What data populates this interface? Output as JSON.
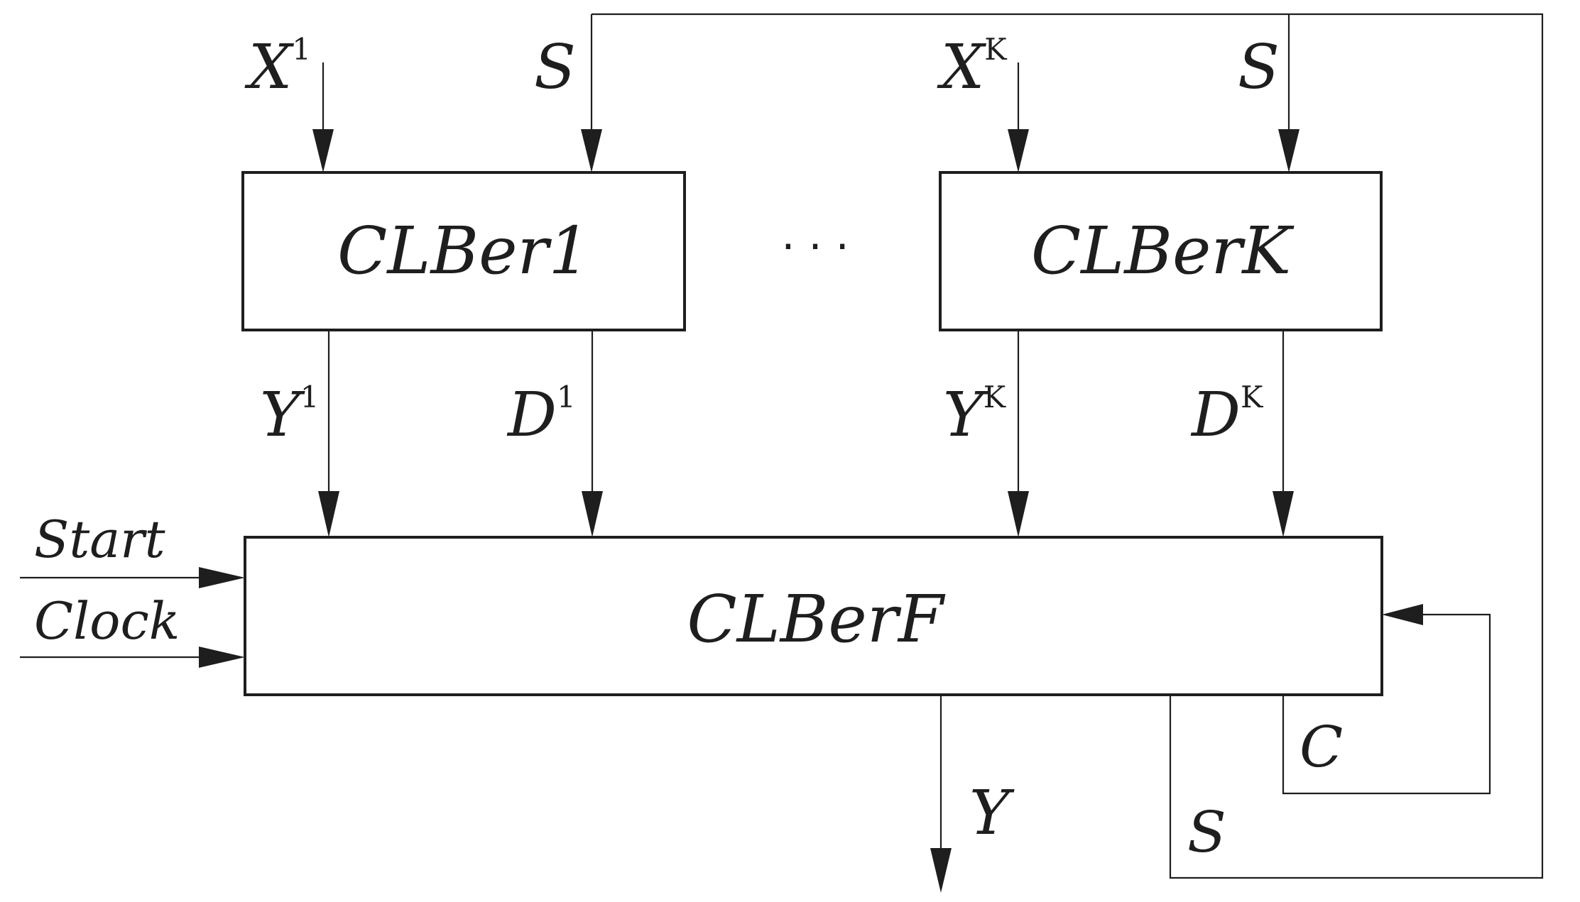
{
  "blocks": {
    "first": "CLBer1",
    "last": "CLBerK",
    "final": "CLBerF"
  },
  "ellipsis": "· · ·",
  "inputs": {
    "x_first": {
      "base": "X",
      "sup": "1"
    },
    "x_last": {
      "base": "X",
      "sup": "K"
    },
    "s_first": "S",
    "s_last": "S"
  },
  "outputs": {
    "y_first": {
      "base": "Y",
      "sup": "1"
    },
    "d_first": {
      "base": "D",
      "sup": "1"
    },
    "y_last": {
      "base": "Y",
      "sup": "K"
    },
    "d_last": {
      "base": "D",
      "sup": "K"
    }
  },
  "controls": {
    "start": "Start",
    "clock": "Clock"
  },
  "feedback": {
    "c": "C",
    "s": "S"
  },
  "final_output": "Y"
}
